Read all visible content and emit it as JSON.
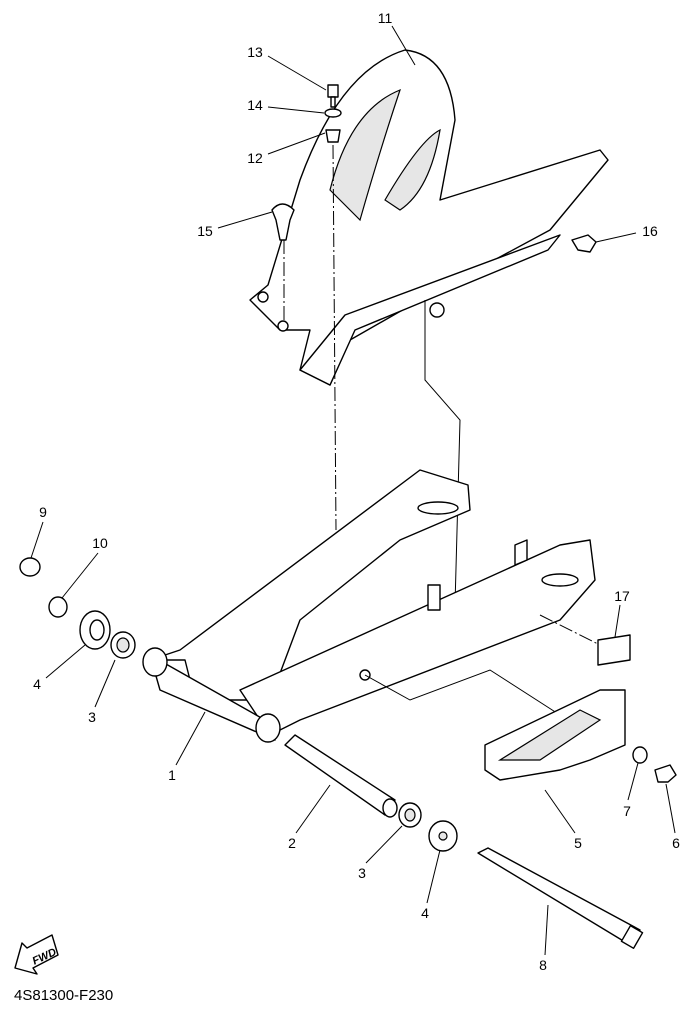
{
  "diagram_code": "4S81300-F230",
  "fwd_label": "FWD",
  "callouts": [
    "11",
    "13",
    "14",
    "12",
    "15",
    "16",
    "9",
    "10",
    "17",
    "4",
    "3",
    "1",
    "2",
    "3",
    "5",
    "7",
    "6",
    "4",
    "8"
  ]
}
